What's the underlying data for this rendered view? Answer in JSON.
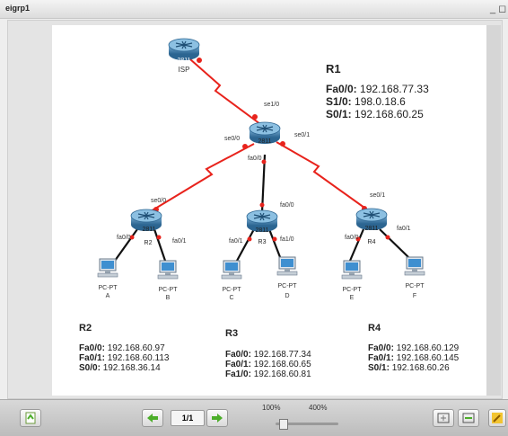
{
  "window": {
    "title": "eigrp1",
    "controls": "_ ◻"
  },
  "routers": {
    "isp": {
      "model": "2811",
      "name": "ISP"
    },
    "r1": {
      "model": "2811",
      "name": "R1"
    },
    "r2": {
      "model": "2811",
      "name": "R2"
    },
    "r3": {
      "model": "2811",
      "name": "R3"
    },
    "r4": {
      "model": "2811",
      "name": "R4"
    }
  },
  "links": {
    "r1_se1_0": "se1/0",
    "r1_se0_0": "se0/0",
    "r1_se0_1": "se0/1",
    "r1_fa0_0": "fa0/0",
    "r2_se0_0": "se0/0",
    "r2_fa0_0": "fa0/0",
    "r2_fa0_1": "fa0/1",
    "r3_fa0_0": "fa0/0",
    "r3_fa0_1": "fa0/1",
    "r3_fa1_0": "fa1/0",
    "r4_se0_1": "se0/1",
    "r4_fa0_0": "fa0/0",
    "r4_fa0_1": "fa0/1"
  },
  "pcs": [
    {
      "type": "PC-PT",
      "name": "A"
    },
    {
      "type": "PC-PT",
      "name": "B"
    },
    {
      "type": "PC-PT",
      "name": "C"
    },
    {
      "type": "PC-PT",
      "name": "D"
    },
    {
      "type": "PC-PT",
      "name": "E"
    },
    {
      "type": "PC-PT",
      "name": "F"
    }
  ],
  "info": {
    "r1": {
      "heading": "R1",
      "lines": [
        {
          "iface": "Fa0/0:",
          "ip": "192.168.77.33"
        },
        {
          "iface": "S1/0:",
          "ip": "198.0.18.6"
        },
        {
          "iface": "S0/1:",
          "ip": "192.168.60.25"
        }
      ]
    },
    "r2": {
      "heading": "R2",
      "lines": [
        {
          "iface": "Fa0/0:",
          "ip": "192.168.60.97"
        },
        {
          "iface": "Fa0/1:",
          "ip": "192.168.60.113"
        },
        {
          "iface": "S0/0:",
          "ip": "192.168.36.14"
        }
      ]
    },
    "r3": {
      "heading": "R3",
      "lines": [
        {
          "iface": "Fa0/0:",
          "ip": "192.168.77.34"
        },
        {
          "iface": "Fa0/1:",
          "ip": "192.168.60.65"
        },
        {
          "iface": "Fa1/0:",
          "ip": "192.168.60.81"
        }
      ]
    },
    "r4": {
      "heading": "R4",
      "lines": [
        {
          "iface": "Fa0/0:",
          "ip": "192.168.60.129"
        },
        {
          "iface": "Fa0/1:",
          "ip": "192.168.60.145"
        },
        {
          "iface": "S0/1:",
          "ip": "192.168.60.26"
        }
      ]
    }
  },
  "toolbar": {
    "page": "1/1",
    "zoom_min": "100%",
    "zoom_max": "400%"
  },
  "colors": {
    "serial_link": "#e8231c",
    "ethernet_link": "#111111",
    "router_blue": "#3a78a6",
    "prev_next_green": "#4cae2a"
  }
}
